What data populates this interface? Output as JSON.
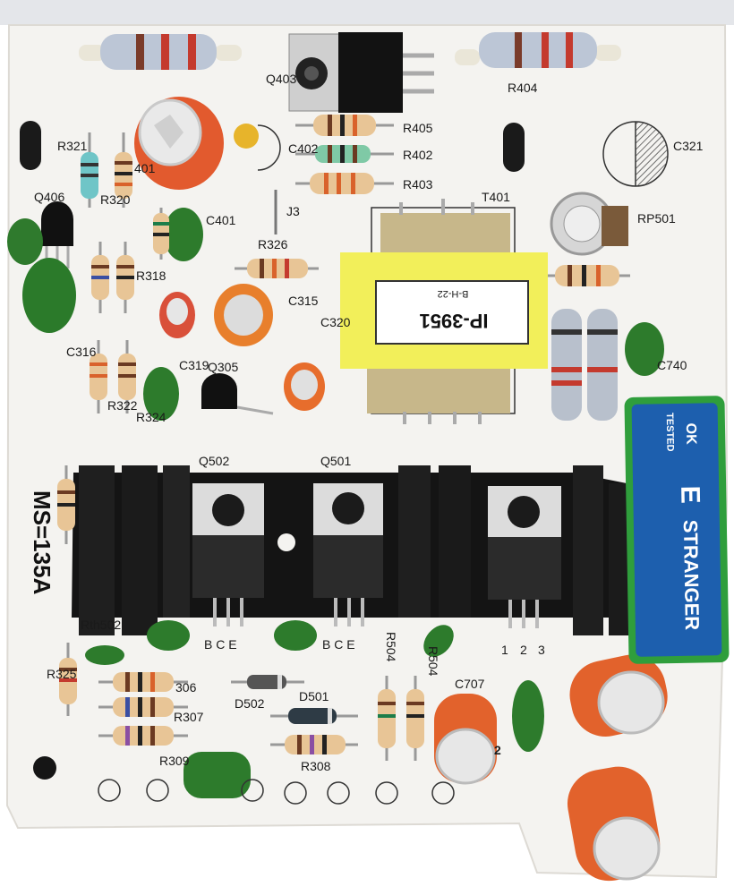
{
  "board": {
    "model_marking": "MS=135A",
    "transformer_label": "IP-3951",
    "transformer_sublabel": "B-H-22",
    "pin_numbers": [
      "1",
      "2",
      "3"
    ]
  },
  "sticker": {
    "line1": "OK",
    "line2": "TESTED",
    "brand": "STRANGER",
    "brand_initial": "E"
  },
  "labels": {
    "R405": "R405",
    "R402": "R402",
    "R403": "R403",
    "R404": "R404",
    "Q403": "Q403",
    "C402": "C402",
    "C321": "C321",
    "R321": "R321",
    "R320": "R320",
    "R401": "401",
    "Q406": "Q406",
    "C401": "C401",
    "J3": "J3",
    "R326": "R326",
    "T401": "T401",
    "RP501": "RP501",
    "R318": "R318",
    "C315": "C315",
    "C320": "C320",
    "C316": "C316",
    "R322": "R322",
    "R324": "R324",
    "C319": "C319",
    "Q305": "Q305",
    "C740": "C740",
    "Q502": "Q502",
    "Q501": "Q501",
    "Rth502": "Rth502",
    "R325": "R325",
    "R306": "306",
    "R307": "R307",
    "R309": "R309",
    "D502": "D502",
    "D501": "D501",
    "R308": "R308",
    "R504a": "R504",
    "R504b": "R504",
    "C707": "C707",
    "BCE1": "B C E",
    "BCE2": "B C E",
    "num2": "2"
  },
  "colors": {
    "pcb": "#f3f2ef",
    "heatsink": "#141414",
    "cap_green": "#2a7a2e",
    "cap_orange": "#e06a2a",
    "transformer_yellow": "#f2ef5a",
    "sticker_green": "#2f9e3c",
    "sticker_blue": "#1d5fae"
  }
}
